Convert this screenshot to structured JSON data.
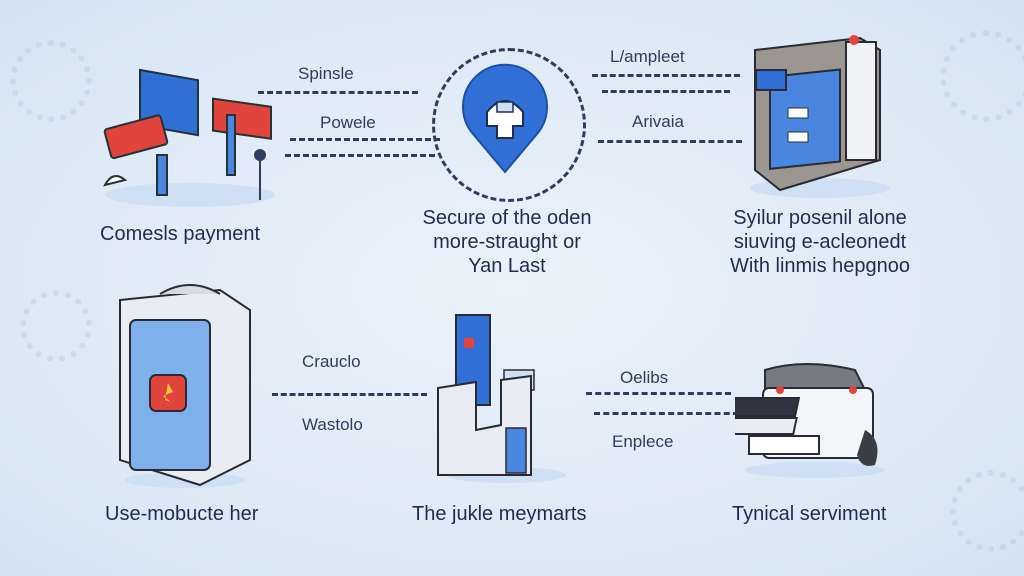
{
  "top_row": {
    "left": {
      "caption": "Comesls payment",
      "icon": "payment-signs-icon"
    },
    "center": {
      "caption_lines": [
        "Secure of the oden",
        "more-straught or",
        "Yan Last"
      ],
      "icon": "location-pin-shield-icon"
    },
    "right": {
      "caption_lines": [
        "Syilur posenil alone",
        "siuving e-acleonedt",
        "With linmis hepgnoo"
      ],
      "icon": "payment-terminal-icon"
    },
    "connector_labels": [
      "Spinsle",
      "Powele",
      "L/ampleet",
      "Arivaia"
    ]
  },
  "bottom_row": {
    "left": {
      "caption": "Use-mobucte her",
      "icon": "mobile-device-icon"
    },
    "center": {
      "caption": "The jukle meymarts",
      "icon": "kiosk-machine-icon"
    },
    "right": {
      "caption": "Tynical serviment",
      "icon": "card-reader-icon"
    },
    "connector_labels": [
      "Crauclo",
      "Wastolo",
      "Oelibs",
      "Enplece"
    ]
  },
  "colors": {
    "accent_blue": "#2f6fd6",
    "accent_red": "#e0443c",
    "line": "#2e3d5e",
    "background": "#e3edf8"
  }
}
